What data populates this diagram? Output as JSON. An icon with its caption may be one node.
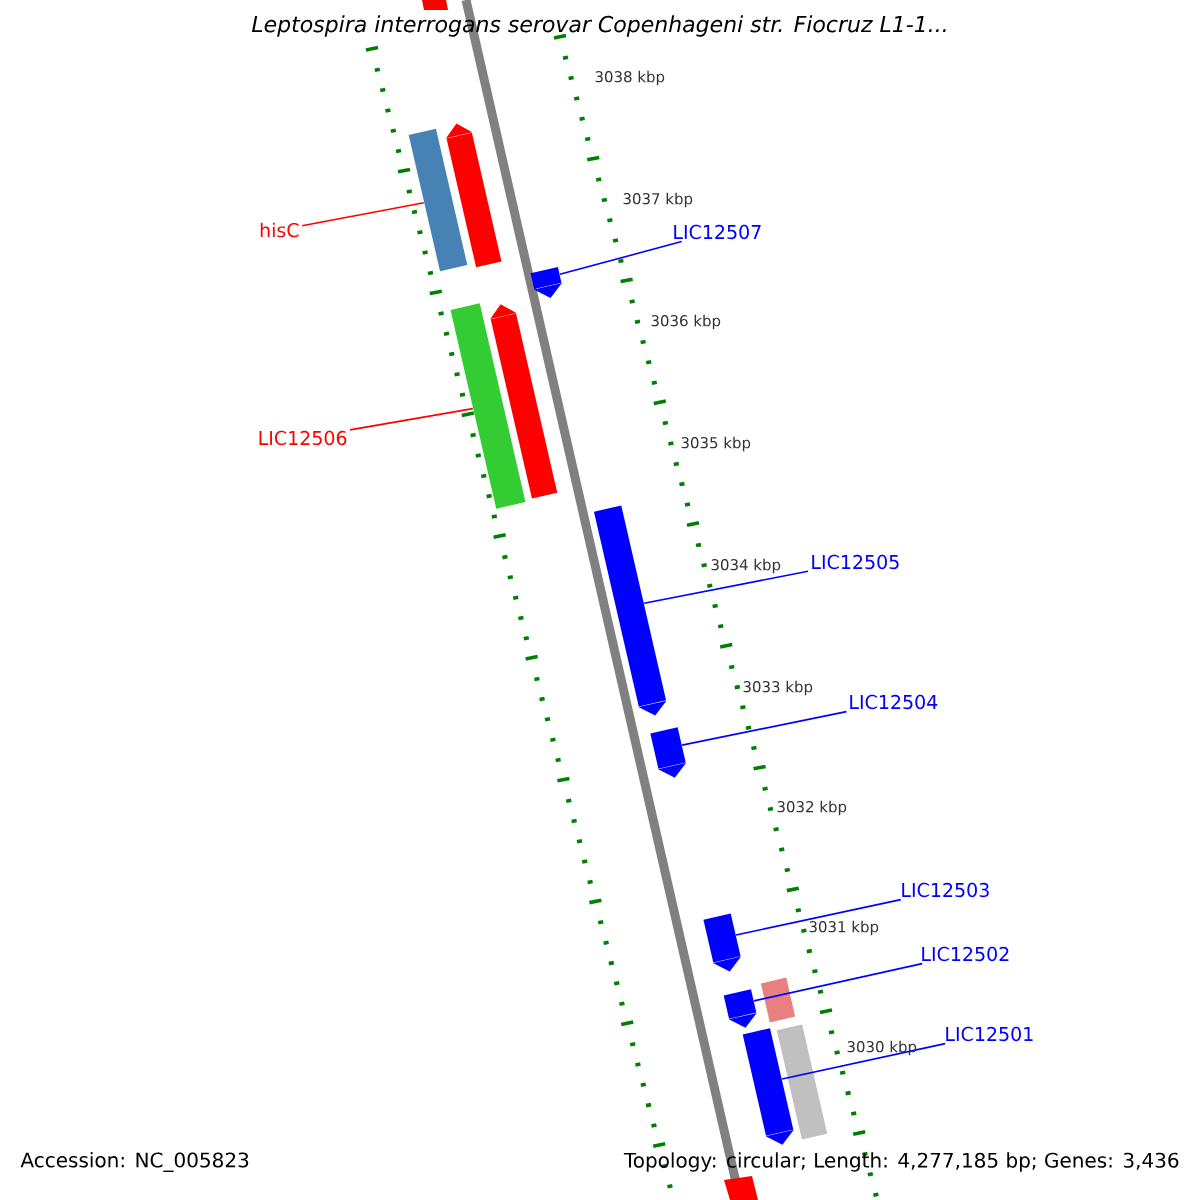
{
  "diagram": {
    "title": "Leptospira interrogans serovar Copenhageni str. Fiocruz L1-1...",
    "nodes": [
      {
        "text": [
          "hisC"
        ]
      },
      {
        "text": [
          "LIC12507"
        ]
      },
      {
        "text": [
          "LIC12506"
        ]
      },
      {
        "text": [
          "LIC12505"
        ]
      },
      {
        "text": [
          "LIC12504"
        ]
      },
      {
        "text": [
          "LIC12503"
        ]
      },
      {
        "text": [
          "LIC12502"
        ]
      },
      {
        "text": [
          "LIC12501"
        ]
      },
      {
        "text": [],
        "shape": "bar"
      },
      {
        "text": [],
        "shape": "bar"
      },
      {
        "text": [],
        "shape": "bar"
      },
      {
        "text": [],
        "shape": "bar"
      },
      {
        "text": [],
        "shape": "bar"
      },
      {
        "text": [],
        "shape": "bar"
      },
      {
        "text": [],
        "shape": "bar"
      },
      {
        "text": [],
        "shape": "bar"
      },
      {
        "text": [],
        "shape": "bar"
      },
      {
        "text": [],
        "shape": "bar"
      },
      {
        "text": [],
        "shape": "bar"
      },
      {
        "text": [],
        "shape": "bar"
      }
    ],
    "edges": [
      {
        "from": 0,
        "to": 8,
        "arrow": "none",
        "color": "#ff0000"
      },
      {
        "from": 1,
        "to": 10,
        "arrow": "none"
      },
      {
        "from": 2,
        "to": 11,
        "arrow": "none",
        "color": "#ff0000"
      },
      {
        "from": 3,
        "to": 13,
        "arrow": "none"
      },
      {
        "from": 4,
        "to": 14,
        "arrow": "none"
      },
      {
        "from": 5,
        "to": 15,
        "arrow": "none"
      },
      {
        "from": 6,
        "to": 16,
        "arrow": "none"
      },
      {
        "from": 7,
        "to": 18,
        "arrow": "none"
      }
    ],
    "labels": [
      "3038 kbp",
      "3037 kbp",
      "3036 kbp",
      "3035 kbp",
      "3034 kbp",
      "3033 kbp",
      "3032 kbp",
      "3031 kbp",
      "3030 kbp",
      "Accession: NC_005823",
      "Topology: circular; Length: 4,277,185 bp; Genes: 3,436"
    ]
  }
}
